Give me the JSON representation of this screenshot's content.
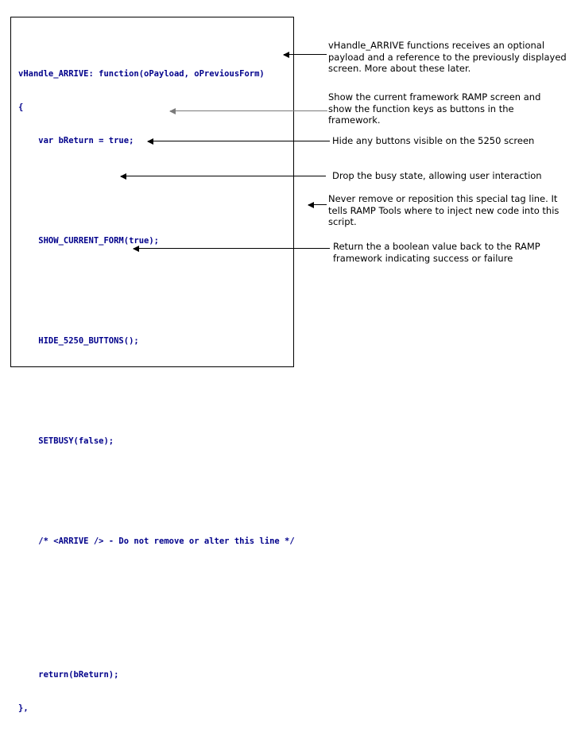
{
  "code_panel": {
    "lines": [
      "vHandle_ARRIVE: function(oPayload, oPreviousForm)",
      "{",
      "    var bReturn = true;",
      "",
      "",
      "    SHOW_CURRENT_FORM(true);",
      "",
      "",
      "    HIDE_5250_BUTTONS();",
      "",
      "",
      "    SETBUSY(false);",
      "",
      "",
      "    /* <ARRIVE /> - Do not remove or alter this line */",
      "",
      "",
      "",
      "    return(bReturn);",
      "},"
    ],
    "text_color": "#00008B",
    "border_color": "#000000",
    "background": "#ffffff"
  },
  "annotations": [
    {
      "id": "ann-1",
      "text": "vHandle_ARRIVE functions receives an optional payload and a reference to the previously displayed screen. More about these later.",
      "target_code_line": "vHandle_ARRIVE: function(oPayload, oPreviousForm)",
      "arrow_color": "#000000"
    },
    {
      "id": "ann-2",
      "text": "Show the current framework RAMP screen and show the function keys as buttons in the framework.",
      "target_code_line": "SHOW_CURRENT_FORM(true);",
      "arrow_color": "#7a7a7a"
    },
    {
      "id": "ann-3",
      "text": "Hide any buttons visible on the 5250 screen",
      "target_code_line": "HIDE_5250_BUTTONS();",
      "arrow_color": "#000000"
    },
    {
      "id": "ann-4",
      "text": "Drop the busy state, allowing user interaction",
      "target_code_line": "SETBUSY(false);",
      "arrow_color": "#000000"
    },
    {
      "id": "ann-5",
      "text": "Never remove or reposition this special tag line. It tells RAMP Tools where to inject new code into this script.",
      "target_code_line": "/* <ARRIVE /> - Do not remove or alter this line */",
      "arrow_color": "#000000"
    },
    {
      "id": "ann-6",
      "text": "Return the a boolean value back to the RAMP framework indicating success or failure",
      "target_code_line": "return(bReturn);",
      "arrow_color": "#000000"
    }
  ]
}
